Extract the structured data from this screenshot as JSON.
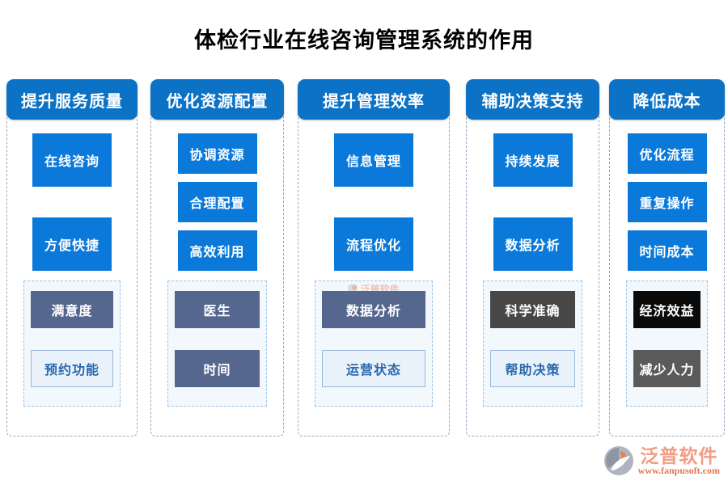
{
  "title": "体检行业在线咨询管理系统的作用",
  "columns": [
    {
      "header": "提升服务质量",
      "features": [
        "在线咨询",
        "方便快捷"
      ],
      "sub_items": [
        {
          "label": "满意度",
          "style": "slate"
        },
        {
          "label": "预约功能",
          "style": "light"
        }
      ]
    },
    {
      "header": "优化资源配置",
      "features": [
        "协调资源",
        "合理配置",
        "高效利用"
      ],
      "sub_items": [
        {
          "label": "医生",
          "style": "slate"
        },
        {
          "label": "时间",
          "style": "slate"
        }
      ]
    },
    {
      "header": "提升管理效率",
      "features": [
        "信息管理",
        "流程优化"
      ],
      "sub_items": [
        {
          "label": "数据分析",
          "style": "slate"
        },
        {
          "label": "运营状态",
          "style": "light"
        }
      ],
      "watermark": "泛普软件"
    },
    {
      "header": "辅助决策支持",
      "features": [
        "持续发展",
        "数据分析"
      ],
      "sub_items": [
        {
          "label": "科学准确",
          "style": "charcoal"
        },
        {
          "label": "帮助决策",
          "style": "light"
        }
      ]
    },
    {
      "header": "降低成本",
      "features": [
        "优化流程",
        "重复操作",
        "时间成本"
      ],
      "sub_items": [
        {
          "label": "经济效益",
          "style": "black"
        },
        {
          "label": "减少人力",
          "style": "gray"
        }
      ]
    }
  ],
  "branding": {
    "name": "泛普软件",
    "url": "www.fanpusoft.com"
  },
  "colors": {
    "header_blue": "#0b72c6",
    "feature_blue": "#0a79da",
    "slate": "#55678f",
    "charcoal": "#474747",
    "black": "#0a0a0a",
    "gray": "#5a5a5a",
    "light_bg": "#e9f2fb",
    "light_text": "#2a68ae",
    "brand_salmon": "#f19d84",
    "brand_url": "#e8764e"
  }
}
